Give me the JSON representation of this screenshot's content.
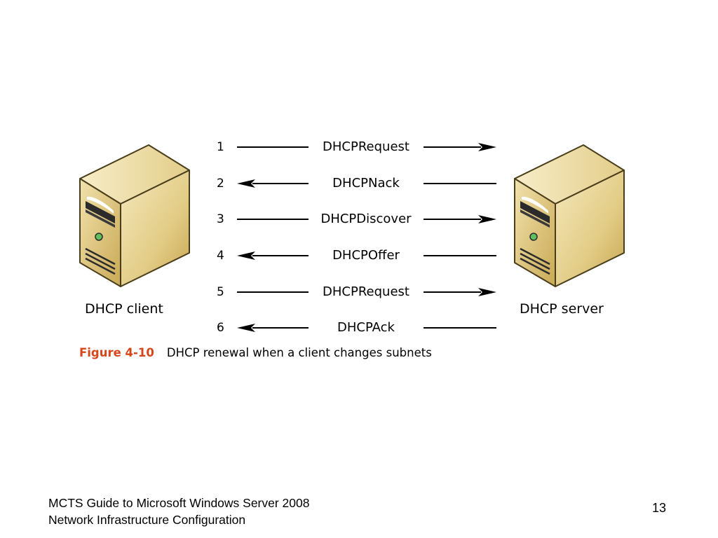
{
  "diagram": {
    "client_label": "DHCP client",
    "server_label": "DHCP server",
    "steps": [
      {
        "num": "1",
        "message": "DHCPRequest",
        "direction": "to-server"
      },
      {
        "num": "2",
        "message": "DHCPNack",
        "direction": "to-client"
      },
      {
        "num": "3",
        "message": "DHCPDiscover",
        "direction": "to-server"
      },
      {
        "num": "4",
        "message": "DHCPOffer",
        "direction": "to-client"
      },
      {
        "num": "5",
        "message": "DHCPRequest",
        "direction": "to-server"
      },
      {
        "num": "6",
        "message": "DHCPAck",
        "direction": "to-client"
      }
    ]
  },
  "caption": {
    "label": "Figure 4-10",
    "text": "DHCP renewal when a client changes subnets"
  },
  "footer": {
    "line1": "MCTS Guide to Microsoft Windows Server 2008",
    "line2": "Network Infrastructure Configuration",
    "page_number": "13"
  },
  "colors": {
    "caption_accent": "#d4471b",
    "server_body": "#e9d597"
  }
}
